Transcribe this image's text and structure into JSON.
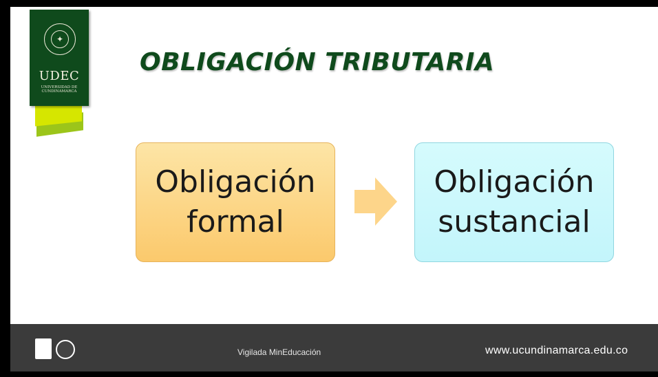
{
  "logo": {
    "name": "UDEC",
    "subtitle_line1": "UNIVERSIDAD DE",
    "subtitle_line2": "CUNDINAMARCA"
  },
  "title": "OBLIGACIÓN TRIBUTARIA",
  "boxes": [
    {
      "line1": "Obligación",
      "line2": "formal"
    },
    {
      "line1": "Obligación",
      "line2": "sustancial"
    }
  ],
  "footer": {
    "vigilada": "Vigilada MinEducación",
    "website": "www.ucundinamarca.edu.co"
  },
  "colors": {
    "brand_green": "#0f4a1c",
    "footer_bg": "#3b3b3b",
    "left_box": "#fbc96c",
    "right_box": "#c3f5fb",
    "arrow": "#fdd58a"
  }
}
